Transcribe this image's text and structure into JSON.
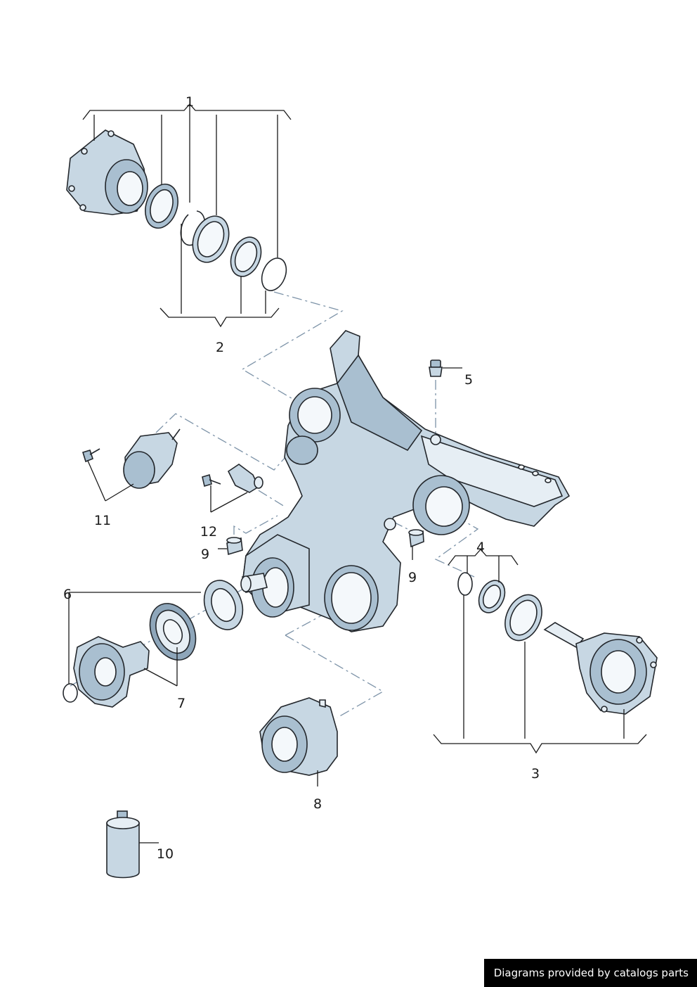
{
  "callouts": {
    "c1": "1",
    "c2": "2",
    "c3": "3",
    "c4": "4",
    "c5": "5",
    "c6": "6",
    "c7": "7",
    "c8": "8",
    "c9a": "9",
    "c9b": "9",
    "c10": "10",
    "c11": "11",
    "c12": "12"
  },
  "credit": "Diagrams provided by catalogs parts",
  "colors": {
    "part_fill": "#c7d7e3",
    "part_shade": "#a9bfd0",
    "outline": "#23272c",
    "dashed_link": "#7d93a8",
    "credit_bg": "#000000"
  }
}
